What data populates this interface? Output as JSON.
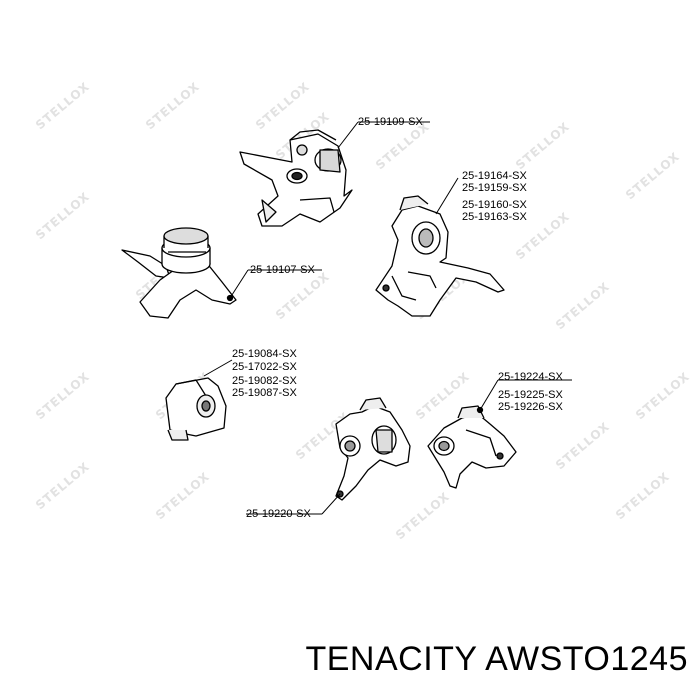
{
  "watermark": {
    "text": "STELLOX"
  },
  "parts": {
    "p19109": {
      "labels": [
        "25-19109-SX"
      ]
    },
    "p19164": {
      "labels": [
        "25-19164-SX",
        "25-19159-SX",
        "25-19160-SX",
        "25-19163-SX"
      ]
    },
    "p19107": {
      "labels": [
        "25-19107-SX"
      ]
    },
    "p19084": {
      "labels": [
        "25-19084-SX",
        "25-17022-SX",
        "25-19082-SX",
        "25-19087-SX"
      ],
      "highlighted": "25-19082-SX",
      "highlight_color": "#3a7bd5"
    },
    "p19224": {
      "labels": [
        "25-19224-SX",
        "25-19225-SX",
        "25-19226-SX"
      ]
    },
    "p19220": {
      "labels": [
        "25-19220-SX"
      ]
    }
  },
  "footer": {
    "brand": "TENACITY",
    "part_number": "AWSTO1245"
  }
}
